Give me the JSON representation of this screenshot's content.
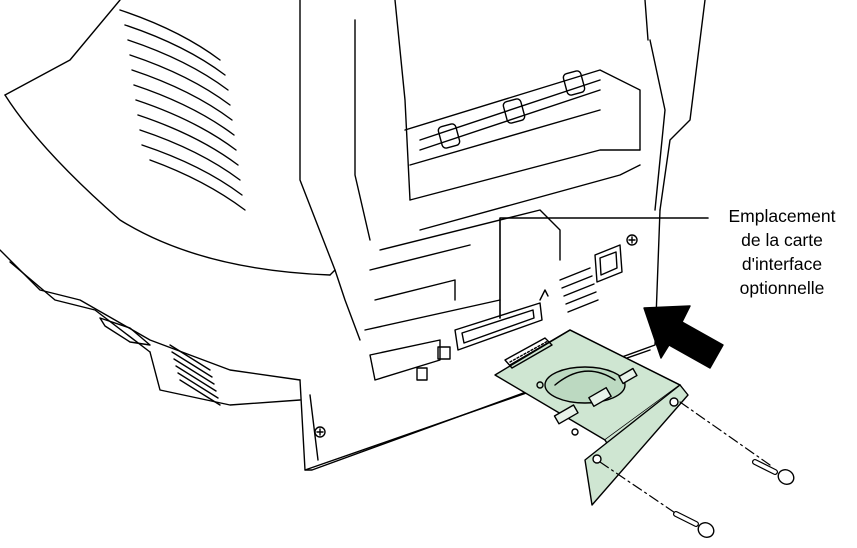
{
  "callout": {
    "lines": [
      "Emplacement",
      "de la carte",
      "d'interface",
      "optionnelle"
    ]
  },
  "colors": {
    "outline": "#000000",
    "card_fill": "#cfe6d2",
    "arrow": "#000000",
    "background": "#ffffff"
  },
  "icons": [
    "insert-arrow-icon",
    "screw-icon",
    "usb-port-icon",
    "power-inlet-icon"
  ]
}
